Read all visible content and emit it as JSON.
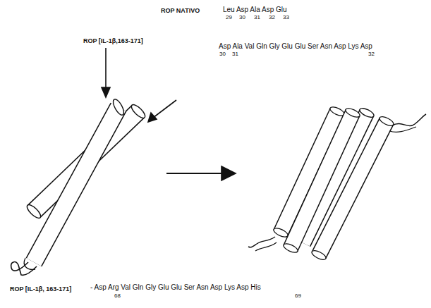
{
  "diagram": {
    "labels": [
      "ROP NATIVO",
      "Leu Asp Ala Asp Glu",
      "29",
      "30",
      "31",
      "32",
      "33",
      "ROP [IL-1β,163-171]",
      "Asp Ala Val Gln Gly Glu Glu Ser Asn Asp Lys Asp",
      "30",
      "31",
      "32",
      "ROP [IL-1β, 163-171]",
      "- Asp Arg Val Gln Gly Glu Glu Ser Asn Asp Lys Asp His",
      "68",
      "69"
    ]
  }
}
